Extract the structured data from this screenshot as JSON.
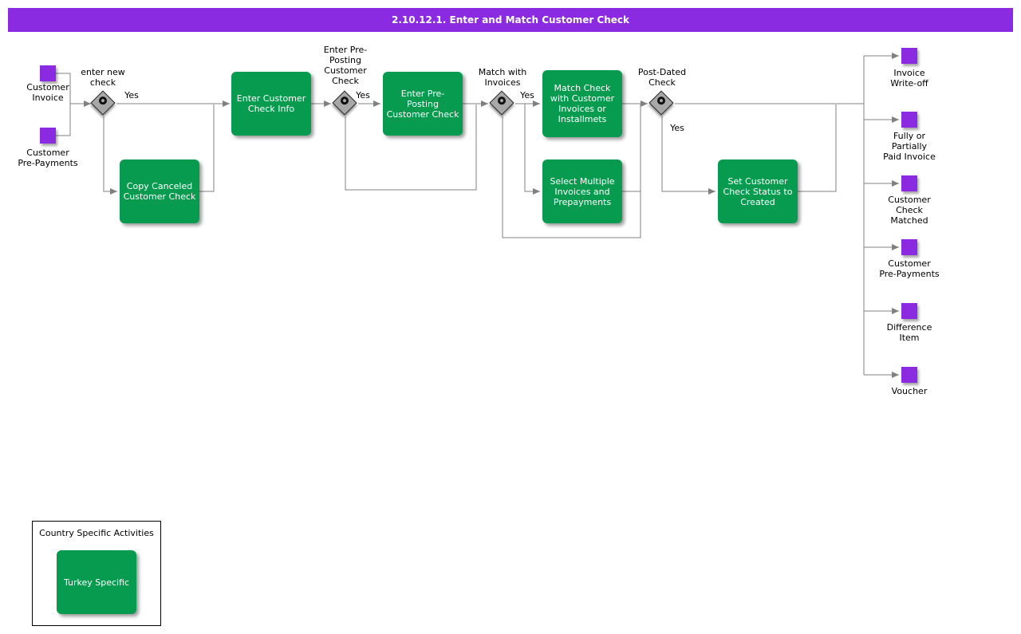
{
  "title_bar": {
    "text": "2.10.12.1. Enter and Match Customer Check"
  },
  "colors": {
    "purple": "#8A2BE2",
    "green": "#069B4F",
    "line": "#808080",
    "gateway_fill": "#A8A8A8"
  },
  "inputs": [
    {
      "label": "Customer\nInvoice"
    },
    {
      "label": "Customer\nPre-Payments"
    }
  ],
  "gateways": [
    {
      "label": "enter new\ncheck",
      "branch_label": "Yes"
    },
    {
      "label": "Enter Pre-\nPosting\nCustomer\nCheck",
      "branch_label": "Yes"
    },
    {
      "label": "Match with\nInvoices",
      "branch_label": "Yes"
    },
    {
      "label": "Post-Dated\nCheck",
      "branch_label": "Yes"
    }
  ],
  "activities": [
    {
      "label": "Enter Customer\nCheck Info"
    },
    {
      "label": "Copy Canceled\nCustomer Check"
    },
    {
      "label": "Enter Pre-\nPosting\nCustomer Check"
    },
    {
      "label": "Match Check\nwith Customer\nInvoices or\nInstallmets"
    },
    {
      "label": "Select Multiple\nInvoices and\nPrepayments"
    },
    {
      "label": "Set Customer\nCheck Status to\nCreated"
    }
  ],
  "outputs": [
    {
      "label": "Invoice\nWrite-off"
    },
    {
      "label": "Fully or\nPartially\nPaid Invoice"
    },
    {
      "label": "Customer\nCheck\nMatched"
    },
    {
      "label": "Customer\nPre-Payments"
    },
    {
      "label": "Difference\nItem"
    },
    {
      "label": "Voucher"
    }
  ],
  "legend": {
    "title": "Country Specific Activities",
    "activity_label": "Turkey Specific"
  }
}
